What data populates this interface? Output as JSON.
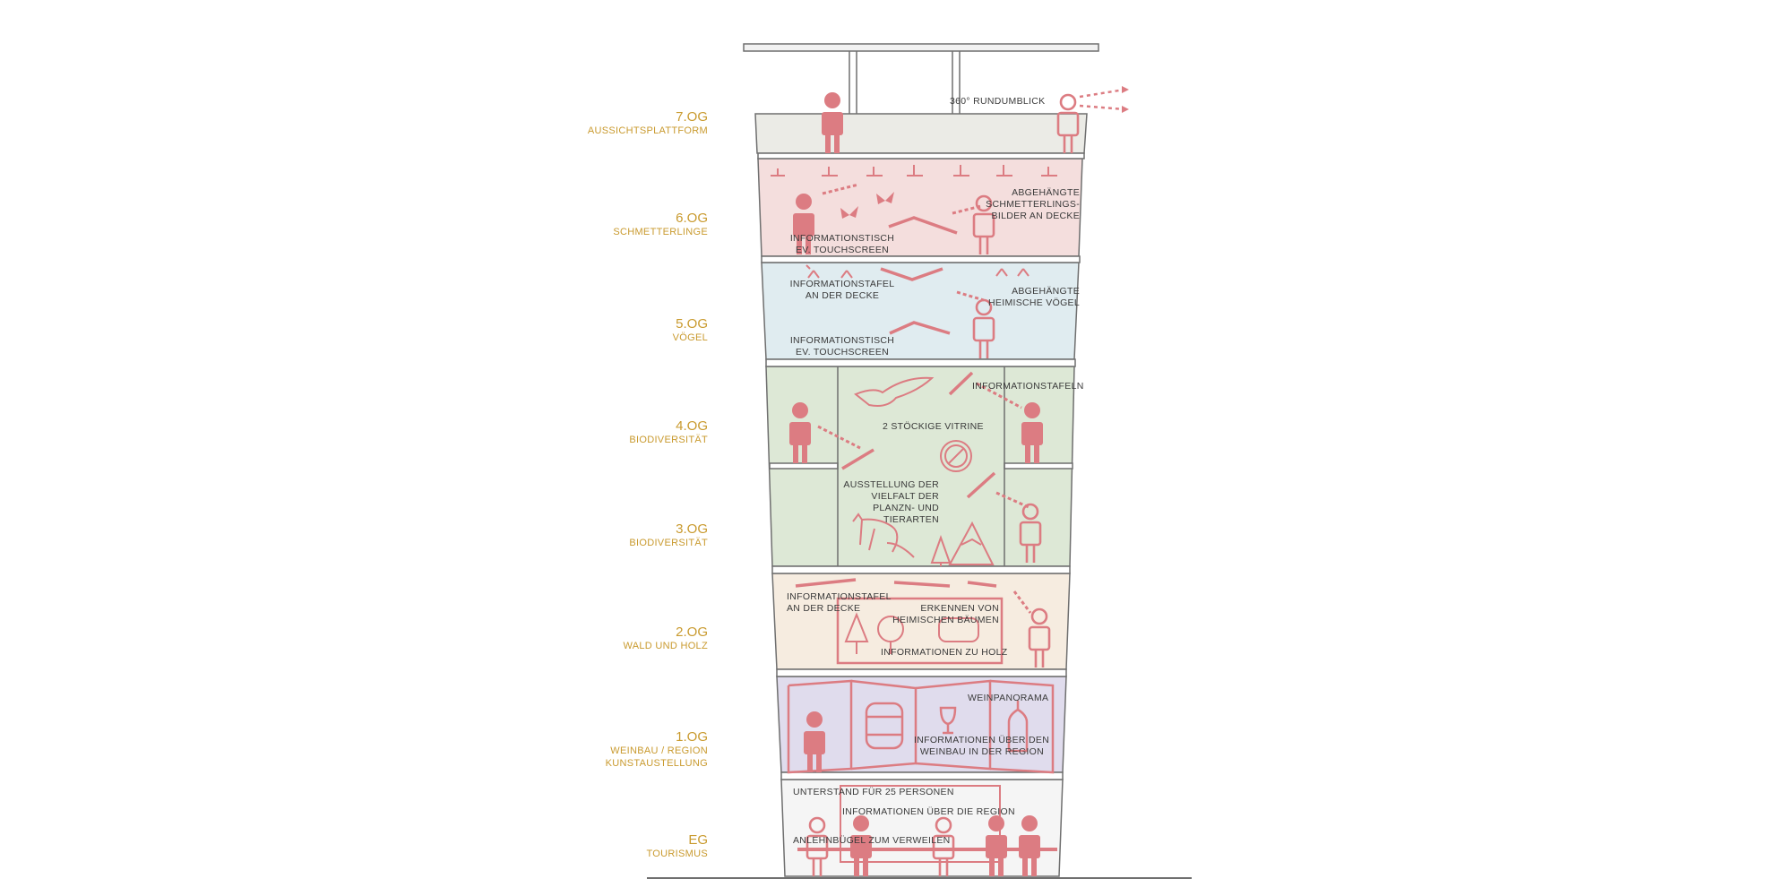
{
  "floors": [
    {
      "level": "7.OG",
      "name": "AUSSICHTSPLATTFORM"
    },
    {
      "level": "6.OG",
      "name": "SCHMETTERLINGE"
    },
    {
      "level": "5.OG",
      "name": "VÖGEL"
    },
    {
      "level": "4.OG",
      "name": "BIODIVERSITÄT"
    },
    {
      "level": "3.OG",
      "name": "BIODIVERSITÄT"
    },
    {
      "level": "2.OG",
      "name": "WALD UND HOLZ"
    },
    {
      "level": "1.OG",
      "name": "WEINBAU / REGION",
      "name2": "KUNSTAUSTELLUNG"
    },
    {
      "level": "EG",
      "name": "TOURISMUS"
    }
  ],
  "notes": {
    "rundumblick": "360° RUNDUMBLICK",
    "og6_decke_1": "ABGEHÄNGTE",
    "og6_decke_2": "SCHMETTERLINGS-",
    "og6_decke_3": "BILDER AN DECKE",
    "og6_tisch_1": "INFORMATIONSTISCH",
    "og6_tisch_2": "EV. TOUCHSCREEN",
    "og5_tafel_1": "INFORMATIONSTAFEL",
    "og5_tafel_2": "AN DER DECKE",
    "og5_voegel_1": "ABGEHÄNGTE",
    "og5_voegel_2": "HEIMISCHE VÖGEL",
    "og5_tisch_1": "INFORMATIONSTISCH",
    "og5_tisch_2": "EV. TOUCHSCREEN",
    "og4_tafeln": "INFORMATIONSTAFELN",
    "og4_vitrine": "2 STÖCKIGE VITRINE",
    "og3_ausst_1": "AUSSTELLUNG DER",
    "og3_ausst_2": "VIELFALT DER",
    "og3_ausst_3": "PLANZN- UND",
    "og3_ausst_4": "TIERARTEN",
    "og2_tafel_1": "INFORMATIONSTAFEL",
    "og2_tafel_2": "AN DER DECKE",
    "og2_baeume_1": "ERKENNEN VON",
    "og2_baeume_2": "HEIMISCHEN BÄUMEN",
    "og2_holz": "INFORMATIONEN ZU HOLZ",
    "og1_panorama": "WEINPANORAMA",
    "og1_wein_1": "INFORMATIONEN ÜBER DEN",
    "og1_wein_2": "WEINBAU IN DER REGION",
    "eg_unterstand": "UNTERSTAND FÜR 25 PERSONEN",
    "eg_region": "INFORMATIONEN ÜBER DIE REGION",
    "eg_anlehn": "ANLEHNBÜGEL ZUM VERWEILEN"
  },
  "colors": {
    "label": "#c99a2e",
    "accent": "#dc7c82",
    "outline": "#6f6f6f",
    "og7": "#ebebe6",
    "og6": "#f4dedd",
    "og5": "#e0ecf0",
    "og43": "#dde8d6",
    "og2": "#f6ece0",
    "og1": "#e0dced",
    "eg": "#f5f5f5"
  }
}
